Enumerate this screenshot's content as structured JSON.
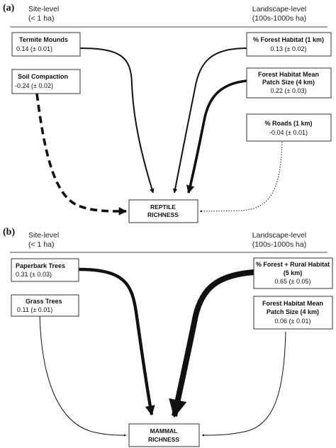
{
  "panels": [
    {
      "id": "a",
      "label": "(a)",
      "left_heading": [
        "Site-level",
        "(< 1 ha)"
      ],
      "right_heading": [
        "Landscape-level",
        "(100s-1000s ha)"
      ],
      "target": [
        "REPTILE",
        "RICHNESS"
      ],
      "nodes": [
        {
          "id": "termite",
          "title": [
            "Termite Mounds"
          ],
          "value": "0.14 (± 0.01)"
        },
        {
          "id": "soil",
          "title": [
            "Soil Compaction"
          ],
          "value": "-0.24 (± 0.02)"
        },
        {
          "id": "forest1",
          "title": [
            "% Forest Habitat (1 km)"
          ],
          "value": "0.13 (± 0.02)"
        },
        {
          "id": "patch4a",
          "title": [
            "Forest Habitat Mean",
            "Patch Size (4 km)"
          ],
          "value": "0.22 (± 0.03)"
        },
        {
          "id": "roads",
          "title": [
            "% Roads (1 km)"
          ],
          "value": "-0.04 (± 0.01)"
        }
      ]
    },
    {
      "id": "b",
      "label": "(b)",
      "left_heading": [
        "Site-level",
        "(< 1 ha)"
      ],
      "right_heading": [
        "Landscape-level",
        "(100s-1000s ha)"
      ],
      "target": [
        "MAMMAL",
        "RICHNESS"
      ],
      "nodes": [
        {
          "id": "paperbark",
          "title": [
            "Paperbark Trees"
          ],
          "value": "0.31 (± 0.03)"
        },
        {
          "id": "grass",
          "title": [
            "Grass Trees"
          ],
          "value": "0.11 (± 0.01)"
        },
        {
          "id": "forestrural",
          "title": [
            "% Forest + Rural Habitat",
            "(5 km)"
          ],
          "value": "0.65 (± 0.05)"
        },
        {
          "id": "patch4b",
          "title": [
            "Forest Habitat Mean",
            "Patch Size (4 km)"
          ],
          "value": "0.06 (± 0.01)"
        }
      ]
    }
  ],
  "arrow_style": {
    "stroke_color": "#111111",
    "line_styles": {
      "soil": "dashed",
      "roads": "dotted"
    }
  }
}
